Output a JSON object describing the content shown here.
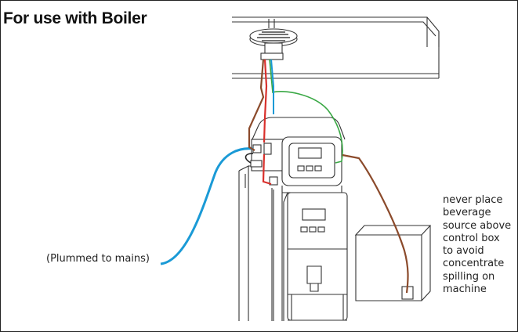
{
  "title": "For use with Boiler",
  "labels": {
    "plumbed": "(Plummed to mains)",
    "warning_lines": [
      "never place",
      "beverage",
      "source above",
      "control box",
      "to avoid",
      "concentrate",
      "spilling on",
      "machine"
    ]
  },
  "colors": {
    "water_supply_pipe": "#1a9ad6",
    "concentrate_tube": "#8b4a2b",
    "drain_tube": "#3aa845",
    "hot_water_tube": "#d9302c",
    "line_art": "#333333"
  }
}
